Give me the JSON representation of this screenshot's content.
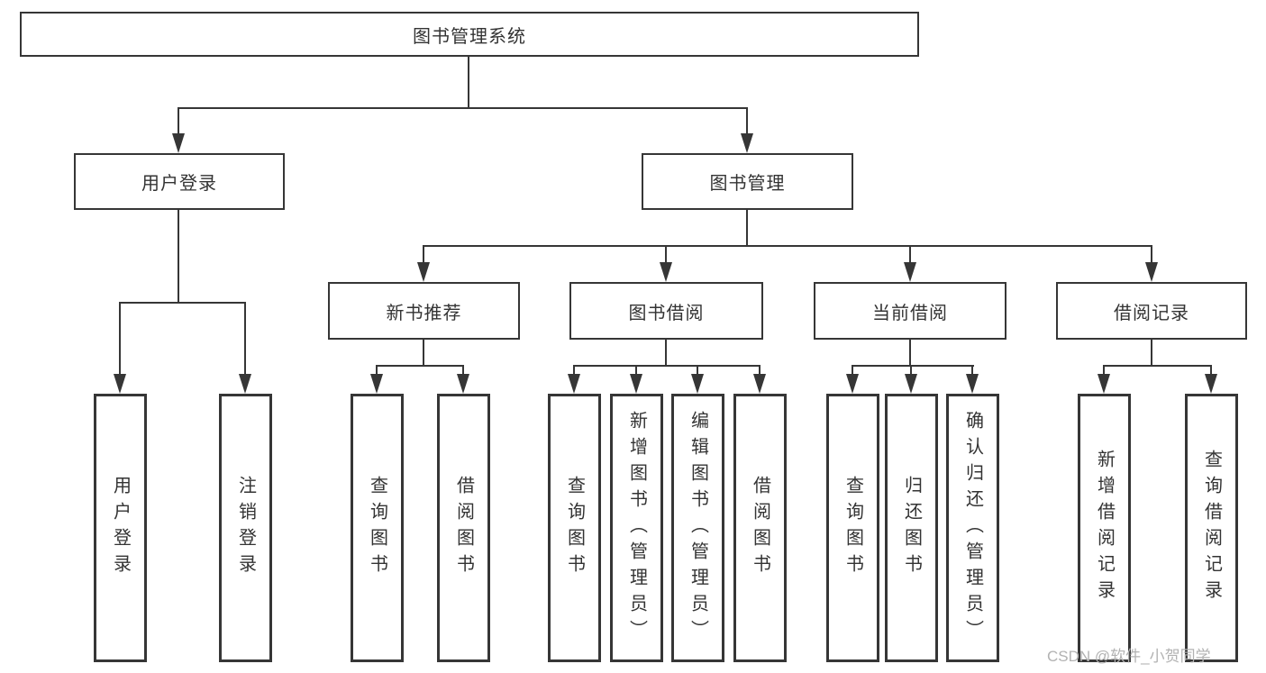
{
  "diagram": {
    "title": "图书管理系统",
    "tree": {
      "root": {
        "label": "图书管理系统",
        "children": [
          {
            "label": "用户登录",
            "children": [
              {
                "label": "用户登录"
              },
              {
                "label": "注销登录"
              }
            ]
          },
          {
            "label": "图书管理",
            "children": [
              {
                "label": "新书推荐",
                "children": [
                  {
                    "label": "查询图书"
                  },
                  {
                    "label": "借阅图书"
                  }
                ]
              },
              {
                "label": "图书借阅",
                "children": [
                  {
                    "label": "查询图书"
                  },
                  {
                    "label": "新增图书（管理员）"
                  },
                  {
                    "label": "编辑图书（管理员）"
                  },
                  {
                    "label": "借阅图书"
                  }
                ]
              },
              {
                "label": "当前借阅",
                "children": [
                  {
                    "label": "查询图书"
                  },
                  {
                    "label": "归还图书"
                  },
                  {
                    "label": "确认归还（管理员）"
                  }
                ]
              },
              {
                "label": "借阅记录",
                "children": [
                  {
                    "label": "新增借阅记录"
                  },
                  {
                    "label": "查询借阅记录"
                  }
                ]
              }
            ]
          }
        ]
      }
    },
    "watermark": "CSDN @软件_小贺同学",
    "colors": {
      "line": "#363636",
      "text": "#333333",
      "background": "#ffffff",
      "watermark": "#b2b2b2"
    }
  }
}
